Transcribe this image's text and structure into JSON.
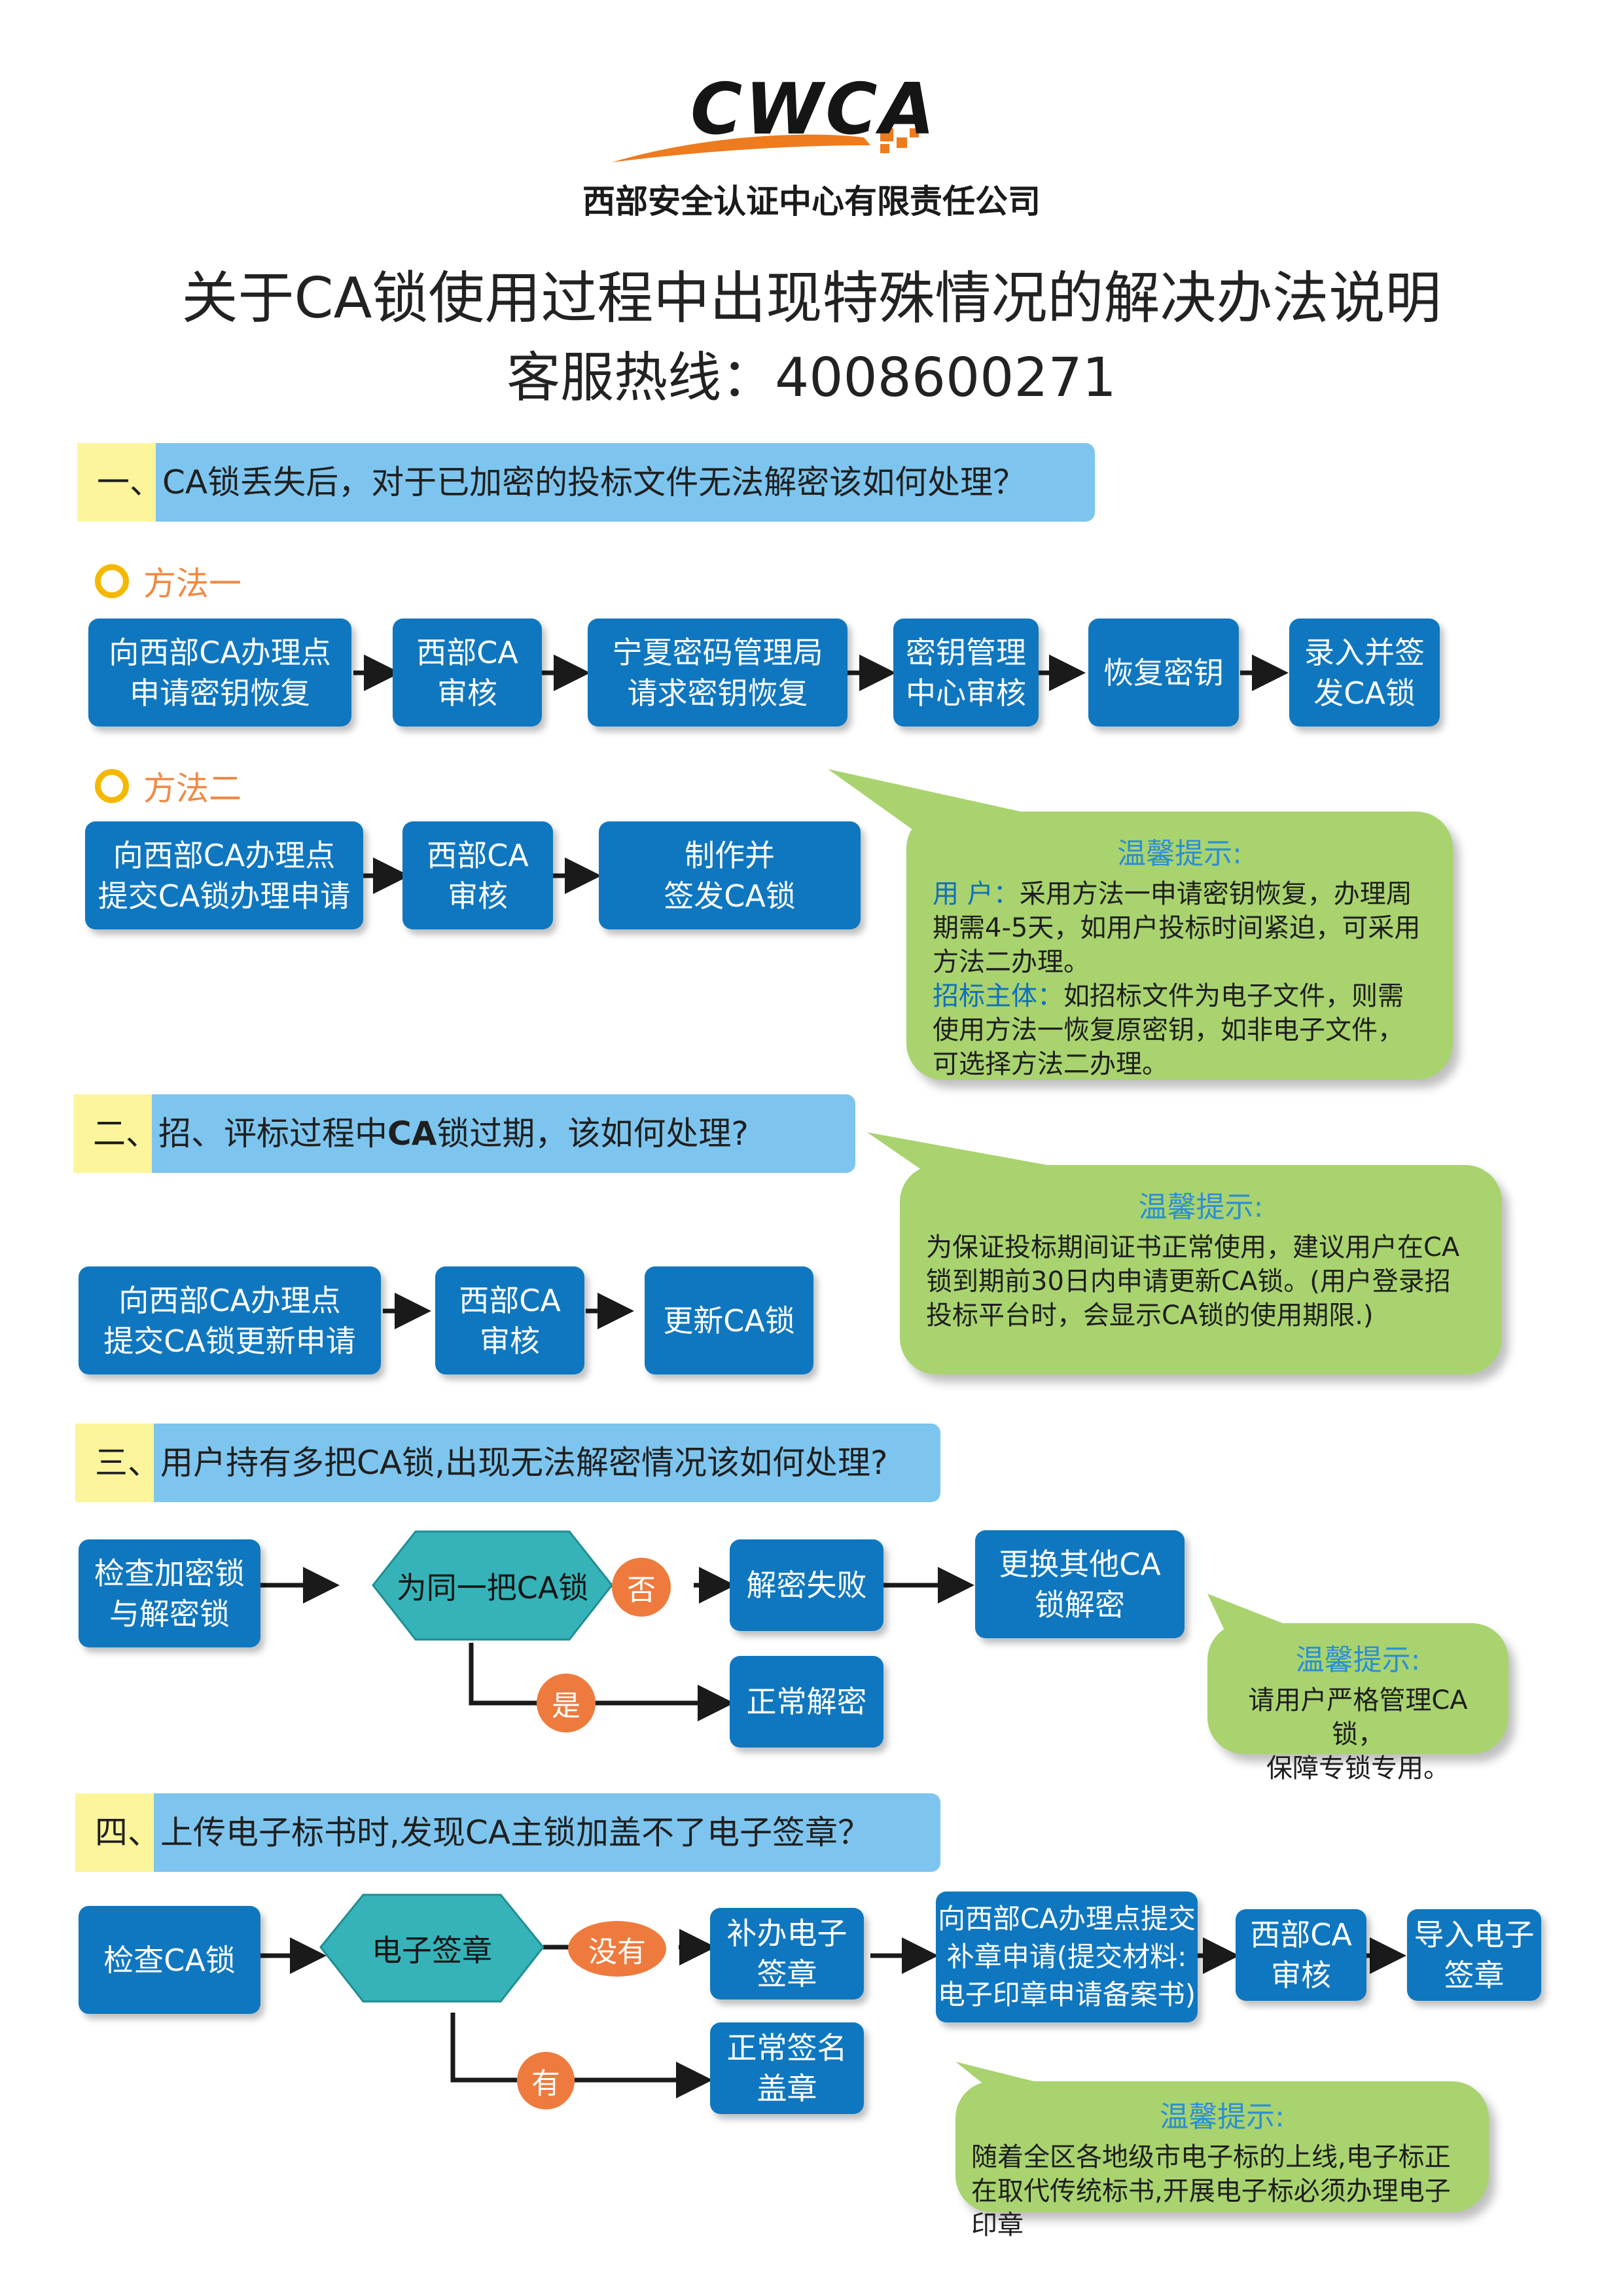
{
  "header": {
    "logo_text": "CWCA",
    "company": "西部安全认证中心有限责任公司",
    "title": "关于CA锁使用过程中出现特殊情况的解决办法说明",
    "hotline_label": "客服热线：",
    "hotline_number": "4008600271"
  },
  "s1": {
    "heading": "一、CA锁丢失后，对于已加密的投标文件无法解密该如何处理？",
    "method1_label": "方法一",
    "method1_steps": [
      "向西部CA办理点\n申请密钥恢复",
      "西部CA\n审核",
      "宁夏密码管理局\n请求密钥恢复",
      "密钥管理\n中心审核",
      "恢复密钥",
      "录入并签\n发CA锁"
    ],
    "method2_label": "方法二",
    "method2_steps": [
      "向西部CA办理点\n提交CA锁办理申请",
      "西部CA\n审核",
      "制作并\n签发CA锁"
    ],
    "tip_title": "温馨提示:",
    "tip_user_label": "用  户：",
    "tip_user_text": "采用方法一申请密钥恢复，办理周期需4-5天，如用户投标时间紧迫，可采用方法二办理。",
    "tip_org_label": "招标主体：",
    "tip_org_text": "如招标文件为电子文件，则需使用方法一恢复原密钥，如非电子文件，可选择方法二办理。"
  },
  "s2": {
    "heading_pre": "二、招、评标过程中",
    "heading_bold": "CA",
    "heading_post": "锁过期，该如何处理?",
    "steps": [
      "向西部CA办理点\n提交CA锁更新申请",
      "西部CA\n审核",
      "更新CA锁"
    ],
    "tip_title": "温馨提示:",
    "tip_text": "为保证投标期间证书正常使用，建议用户在CA锁到期前30日内申请更新CA锁。(用户登录招投标平台时，会显示CA锁的使用期限.)"
  },
  "s3": {
    "heading": "三、用户持有多把CA锁,出现无法解密情况该如何处理?",
    "check": "检查加密锁\n与解密锁",
    "decision": "为同一把CA锁",
    "no_label": "否",
    "yes_label": "是",
    "fail": "解密失败",
    "other": "更换其他CA\n锁解密",
    "normal": "正常解密",
    "tip_title": "温馨提示:",
    "tip_text": "请用户严格管理CA锁，\n保障专锁专用。"
  },
  "s4": {
    "heading": "四、上传电子标书时,发现CA主锁加盖不了电子签章？",
    "check": "检查CA锁",
    "decision": "电子签章",
    "no_label": "没有",
    "yes_label": "有",
    "reissue": "补办电子\n签章",
    "apply": "向西部CA办理点提交\n补章申请(提交材料:\n电子印章申请备案书)",
    "review": "西部CA\n审核",
    "import": "导入电子\n签章",
    "normal": "正常签名\n盖章",
    "tip_title": "温馨提示:",
    "tip_text": "随着全区各地级市电子标的上线,电子标正在取代传统标书,开展电子标必须办理电子印章"
  },
  "colors": {
    "box_blue": "#0f77bf",
    "hex_teal": "#35b3b8",
    "tip_green": "#a9d36f",
    "oval_orange": "#ee7b3d",
    "header_yellow": "#fdf59c",
    "header_blue": "#7dc5ee"
  }
}
